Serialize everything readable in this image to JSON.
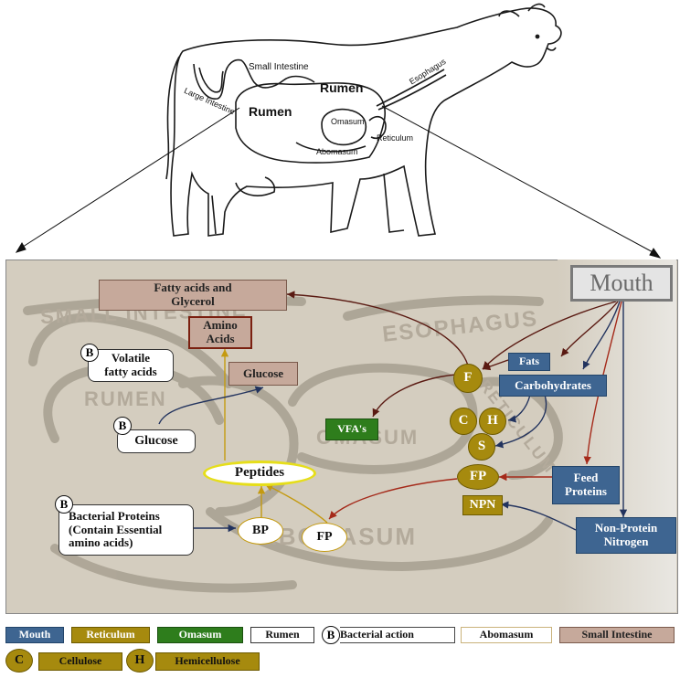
{
  "cow": {
    "labels": {
      "small_intestine": "Small Intestine",
      "large_intestine": "Large Intestine",
      "rumen_top": "Rumen",
      "rumen_left": "Rumen",
      "omasum": "Omasum",
      "abomasum": "Abomasum",
      "reticulum": "Reticulum",
      "esophagus": "Esophagus"
    }
  },
  "background_labels": {
    "small_intestine": "SMALL INTESTINE",
    "esophagus": "ESOPHAGUS",
    "rumen": "RUMEN",
    "omasum": "OMASUM",
    "abomasum": "ABOMASUM",
    "reticulum": "RETICULUM"
  },
  "nodes": {
    "mouth": "Mouth",
    "fats": "Fats",
    "carbohydrates": "Carbohydrates",
    "feed_proteins": "Feed\nProteins",
    "npn_source": "Non-Protein\nNitrogen",
    "f": "F",
    "c": "C",
    "h": "H",
    "s": "S",
    "fp_reticulum": "FP",
    "npn": "NPN",
    "vfas": "VFA's",
    "fatty_acids": "Fatty acids and\nGlycerol",
    "amino_acids": "Amino\nAcids",
    "glucose_si": "Glucose",
    "volatile_fatty_acids": "Volatile\nfatty acids",
    "glucose_rumen": "Glucose",
    "peptides": "Peptides",
    "bacterial_proteins": "Bacterial Proteins\n(Contain Essential\namino acids)",
    "bp": "BP",
    "fp_abomasum": "FP",
    "b_marker": "B"
  },
  "legend": {
    "mouth": "Mouth",
    "reticulum": "Reticulum",
    "omasum": "Omasum",
    "rumen": "Rumen",
    "bacterial_marker": "B",
    "bacterial_action": "Bacterial action",
    "abomasum": "Abomasum",
    "small_intestine": "Small Intestine",
    "c_marker": "C",
    "cellulose": "Cellulose",
    "h_marker": "H",
    "hemicellulose": "Hemicellulose"
  },
  "colors": {
    "mouth_blue": "#3e6591",
    "reticulum_gold": "#a68a0e",
    "omasum_green": "#2e7d1c",
    "small_intestine_tan": "#c6a99b",
    "arrow_dark_red": "#5a1a12",
    "arrow_red": "#a52a1a",
    "arrow_gold": "#c49a10",
    "arrow_navy": "#22335e"
  }
}
